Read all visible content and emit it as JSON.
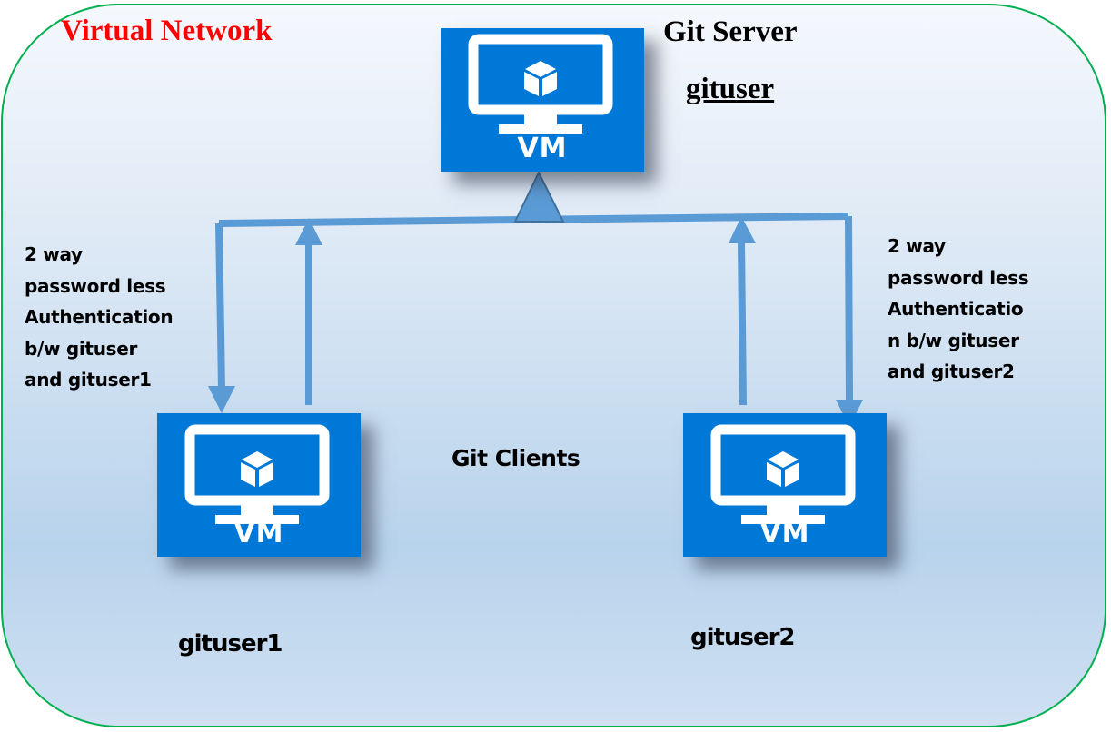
{
  "network": {
    "title": "Virtual Network",
    "border_color": "#00b050",
    "title_color": "#ff0000"
  },
  "server": {
    "heading": "Git Server",
    "user": "gituser",
    "vm_label": "VM",
    "icon": "vm-monitor-cube-icon"
  },
  "clients": {
    "heading": "Git Clients",
    "items": [
      {
        "user": "gituser1",
        "vm_label": "VM",
        "icon": "vm-monitor-cube-icon"
      },
      {
        "user": "gituser2",
        "vm_label": "VM",
        "icon": "vm-monitor-cube-icon"
      }
    ]
  },
  "notes": {
    "left": "2 way\npassword less\nAuthentication\nb/w gituser\nand gituser1",
    "right": "2 way\npassword less\nAuthenticatio\nn b/w gituser\nand gituser2"
  },
  "colors": {
    "vm_tile": "#0078d7",
    "connector": "#5b9bd5"
  }
}
